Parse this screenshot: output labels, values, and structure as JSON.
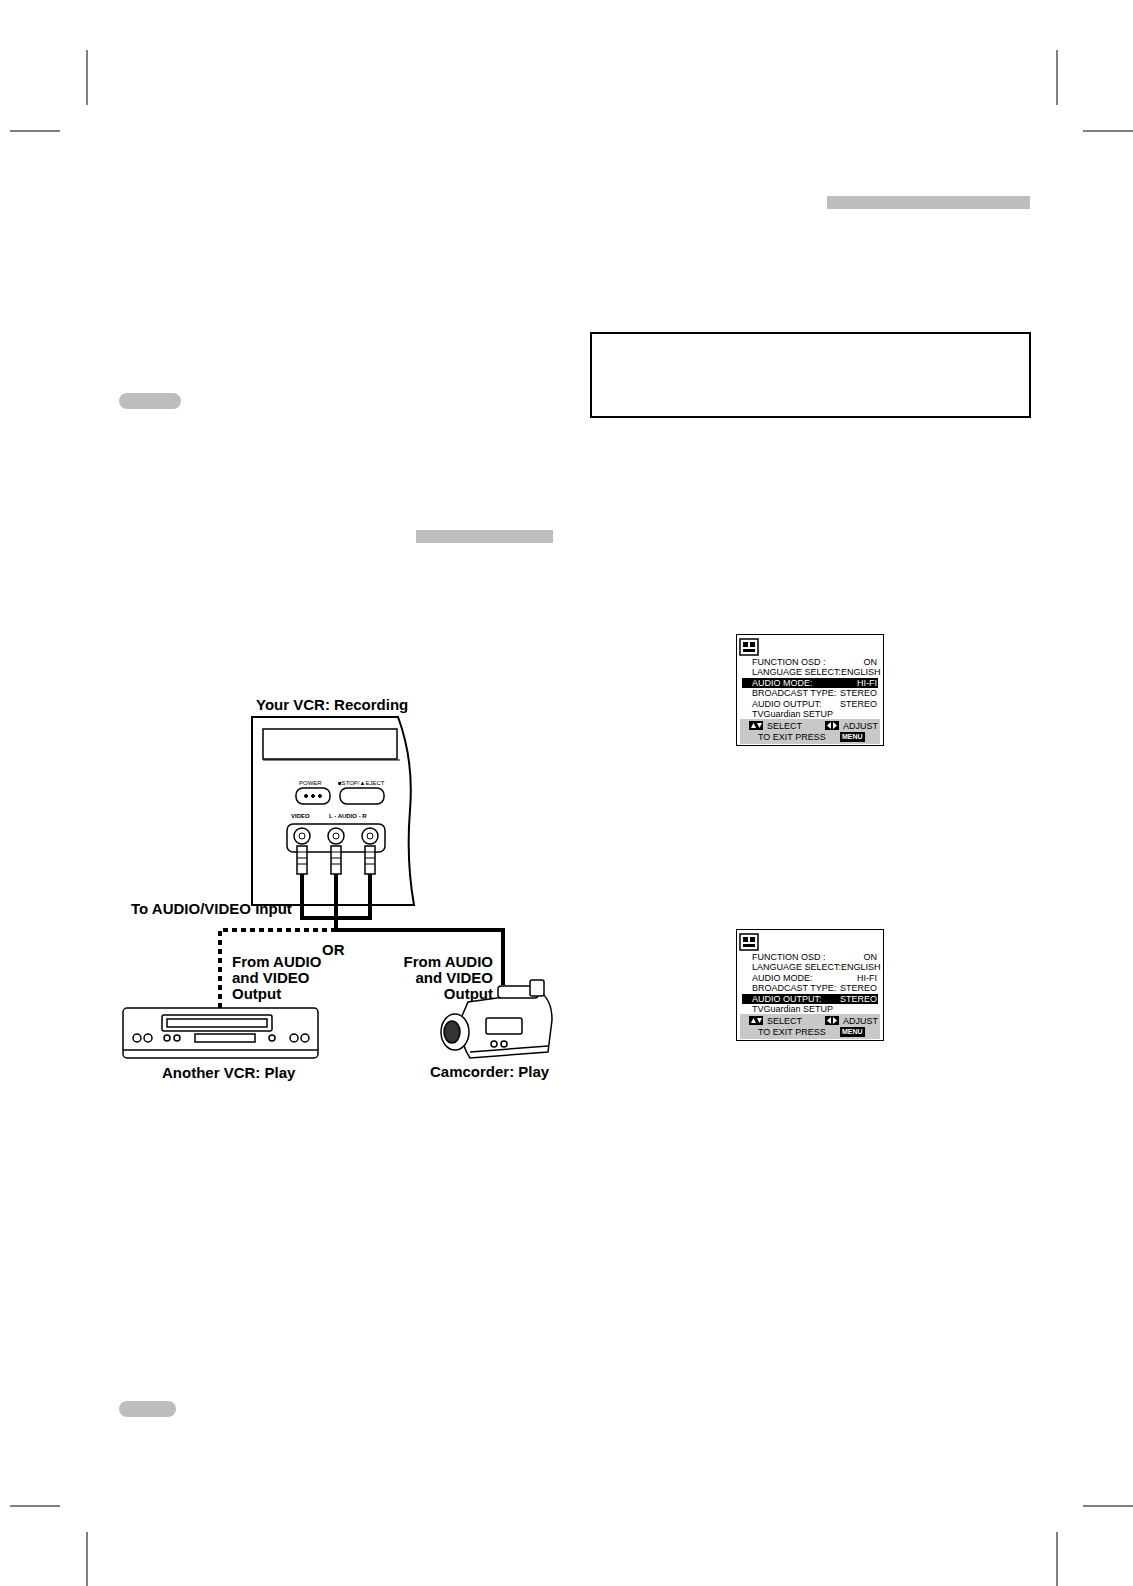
{
  "diagram": {
    "nodes": [
      {
        "text": [
          "Your VCR: Recording"
        ]
      },
      {
        "text": [
          "Another VCR: Play"
        ]
      },
      {
        "text": [
          "Camcorder: Play"
        ]
      },
      {
        "text": [
          "FUNCTION OSD :",
          "ON",
          "LANGUAGE SELECT:ENGLISH",
          "AUDIO MODE:",
          "HI-FI",
          "BROADCAST TYPE:",
          "STEREO",
          "AUDIO OUTPUT:",
          "STEREO",
          "TVGuardian SETUP",
          "SELECT",
          "ADJUST",
          "TO EXIT PRESS",
          "MENU"
        ]
      },
      {
        "text": [
          "FUNCTION OSD :",
          "ON",
          "LANGUAGE SELECT:ENGLISH",
          "AUDIO MODE:",
          "HI-FI",
          "BROADCAST TYPE:",
          "STEREO",
          "AUDIO OUTPUT:",
          "STEREO",
          "TVGuardian SETUP",
          "SELECT",
          "ADJUST",
          "TO EXIT PRESS",
          "MENU"
        ]
      }
    ],
    "edges": [
      {
        "from": 1,
        "to": 0,
        "arrow": "none"
      },
      {
        "from": 2,
        "to": 0,
        "arrow": "none"
      }
    ],
    "labels": [
      "POWER",
      "■STOP/▲EJECT",
      "VIDEO",
      "L - AUDIO - R",
      "To AUDIO/VIDEO Input",
      "OR",
      "From AUDIO and VIDEO Output",
      "From AUDIO and VIDEO Output"
    ]
  }
}
